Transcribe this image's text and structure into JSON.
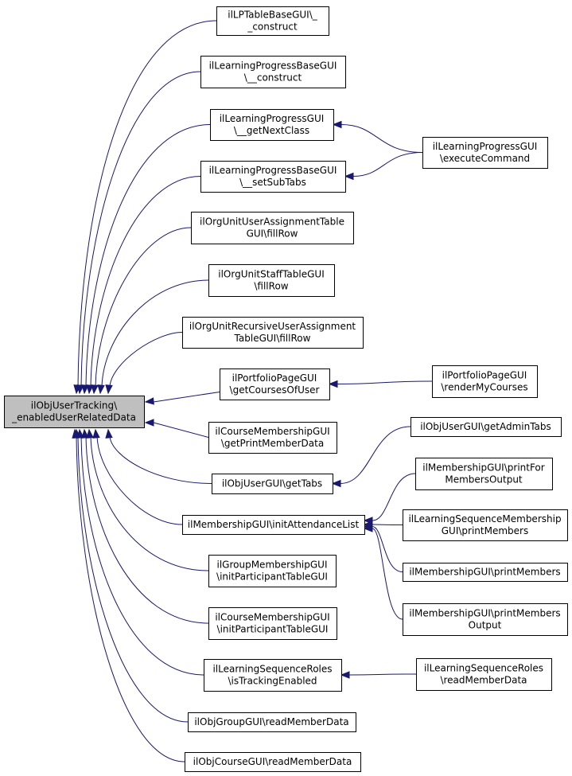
{
  "graph": {
    "nodes": [
      {
        "id": "root",
        "lines": [
          "ilObjUserTracking\\",
          "_enabledUserRelatedData"
        ]
      },
      {
        "id": "n1",
        "lines": [
          "ilLPTableBaseGUI\\_",
          "_construct"
        ]
      },
      {
        "id": "n2",
        "lines": [
          "ilLearningProgressBaseGUI",
          "\\__construct"
        ]
      },
      {
        "id": "n3",
        "lines": [
          "ilLearningProgressGUI",
          "\\__getNextClass"
        ]
      },
      {
        "id": "n4",
        "lines": [
          "ilLearningProgressBaseGUI",
          "\\__setSubTabs"
        ]
      },
      {
        "id": "n5",
        "lines": [
          "ilOrgUnitUserAssignmentTable",
          "GUI\\fillRow"
        ]
      },
      {
        "id": "n6",
        "lines": [
          "ilOrgUnitStaffTableGUI",
          "\\fillRow"
        ]
      },
      {
        "id": "n7",
        "lines": [
          "ilOrgUnitRecursiveUserAssignment",
          "TableGUI\\fillRow"
        ]
      },
      {
        "id": "n8",
        "lines": [
          "ilPortfolioPageGUI",
          "\\getCoursesOfUser"
        ]
      },
      {
        "id": "n9",
        "lines": [
          "ilCourseMembershipGUI",
          "\\getPrintMemberData"
        ]
      },
      {
        "id": "n10",
        "lines": [
          "ilObjUserGUI\\getTabs"
        ]
      },
      {
        "id": "n11",
        "lines": [
          "ilMembershipGUI\\initAttendanceList"
        ]
      },
      {
        "id": "n12",
        "lines": [
          "ilGroupMembershipGUI",
          "\\initParticipantTableGUI"
        ]
      },
      {
        "id": "n13",
        "lines": [
          "ilCourseMembershipGUI",
          "\\initParticipantTableGUI"
        ]
      },
      {
        "id": "n14",
        "lines": [
          "ilLearningSequenceRoles",
          "\\isTrackingEnabled"
        ]
      },
      {
        "id": "n15",
        "lines": [
          "ilObjGroupGUI\\readMemberData"
        ]
      },
      {
        "id": "n16",
        "lines": [
          "ilObjCourseGUI\\readMemberData"
        ]
      },
      {
        "id": "m1",
        "lines": [
          "ilLearningProgressGUI",
          "\\executeCommand"
        ]
      },
      {
        "id": "m2",
        "lines": [
          "ilPortfolioPageGUI",
          "\\renderMyCourses"
        ]
      },
      {
        "id": "m3",
        "lines": [
          "ilObjUserGUI\\getAdminTabs"
        ]
      },
      {
        "id": "m4",
        "lines": [
          "ilMembershipGUI\\printFor",
          "MembersOutput"
        ]
      },
      {
        "id": "m5",
        "lines": [
          "ilLearningSequenceMembership",
          "GUI\\printMembers"
        ]
      },
      {
        "id": "m6",
        "lines": [
          "ilMembershipGUI\\printMembers"
        ]
      },
      {
        "id": "m7",
        "lines": [
          "ilMembershipGUI\\printMembers",
          "Output"
        ]
      },
      {
        "id": "m8",
        "lines": [
          "ilLearningSequenceRoles",
          "\\readMemberData"
        ]
      }
    ],
    "edges": [
      {
        "from": "n1",
        "to": "root"
      },
      {
        "from": "n2",
        "to": "root"
      },
      {
        "from": "n3",
        "to": "root"
      },
      {
        "from": "n4",
        "to": "root"
      },
      {
        "from": "n5",
        "to": "root"
      },
      {
        "from": "n6",
        "to": "root"
      },
      {
        "from": "n7",
        "to": "root"
      },
      {
        "from": "n8",
        "to": "root"
      },
      {
        "from": "n9",
        "to": "root"
      },
      {
        "from": "n10",
        "to": "root"
      },
      {
        "from": "n11",
        "to": "root"
      },
      {
        "from": "n12",
        "to": "root"
      },
      {
        "from": "n13",
        "to": "root"
      },
      {
        "from": "n14",
        "to": "root"
      },
      {
        "from": "n15",
        "to": "root"
      },
      {
        "from": "n16",
        "to": "root"
      },
      {
        "from": "m1",
        "to": "n3"
      },
      {
        "from": "m1",
        "to": "n4"
      },
      {
        "from": "m2",
        "to": "n8"
      },
      {
        "from": "m3",
        "to": "n10"
      },
      {
        "from": "m4",
        "to": "n11"
      },
      {
        "from": "m5",
        "to": "n11"
      },
      {
        "from": "m6",
        "to": "n11"
      },
      {
        "from": "m7",
        "to": "n11"
      },
      {
        "from": "m8",
        "to": "n14"
      }
    ],
    "colors": {
      "edge": "#191970",
      "root_fill": "#bfbfbf",
      "node_fill": "#ffffff",
      "border": "#000000"
    }
  }
}
